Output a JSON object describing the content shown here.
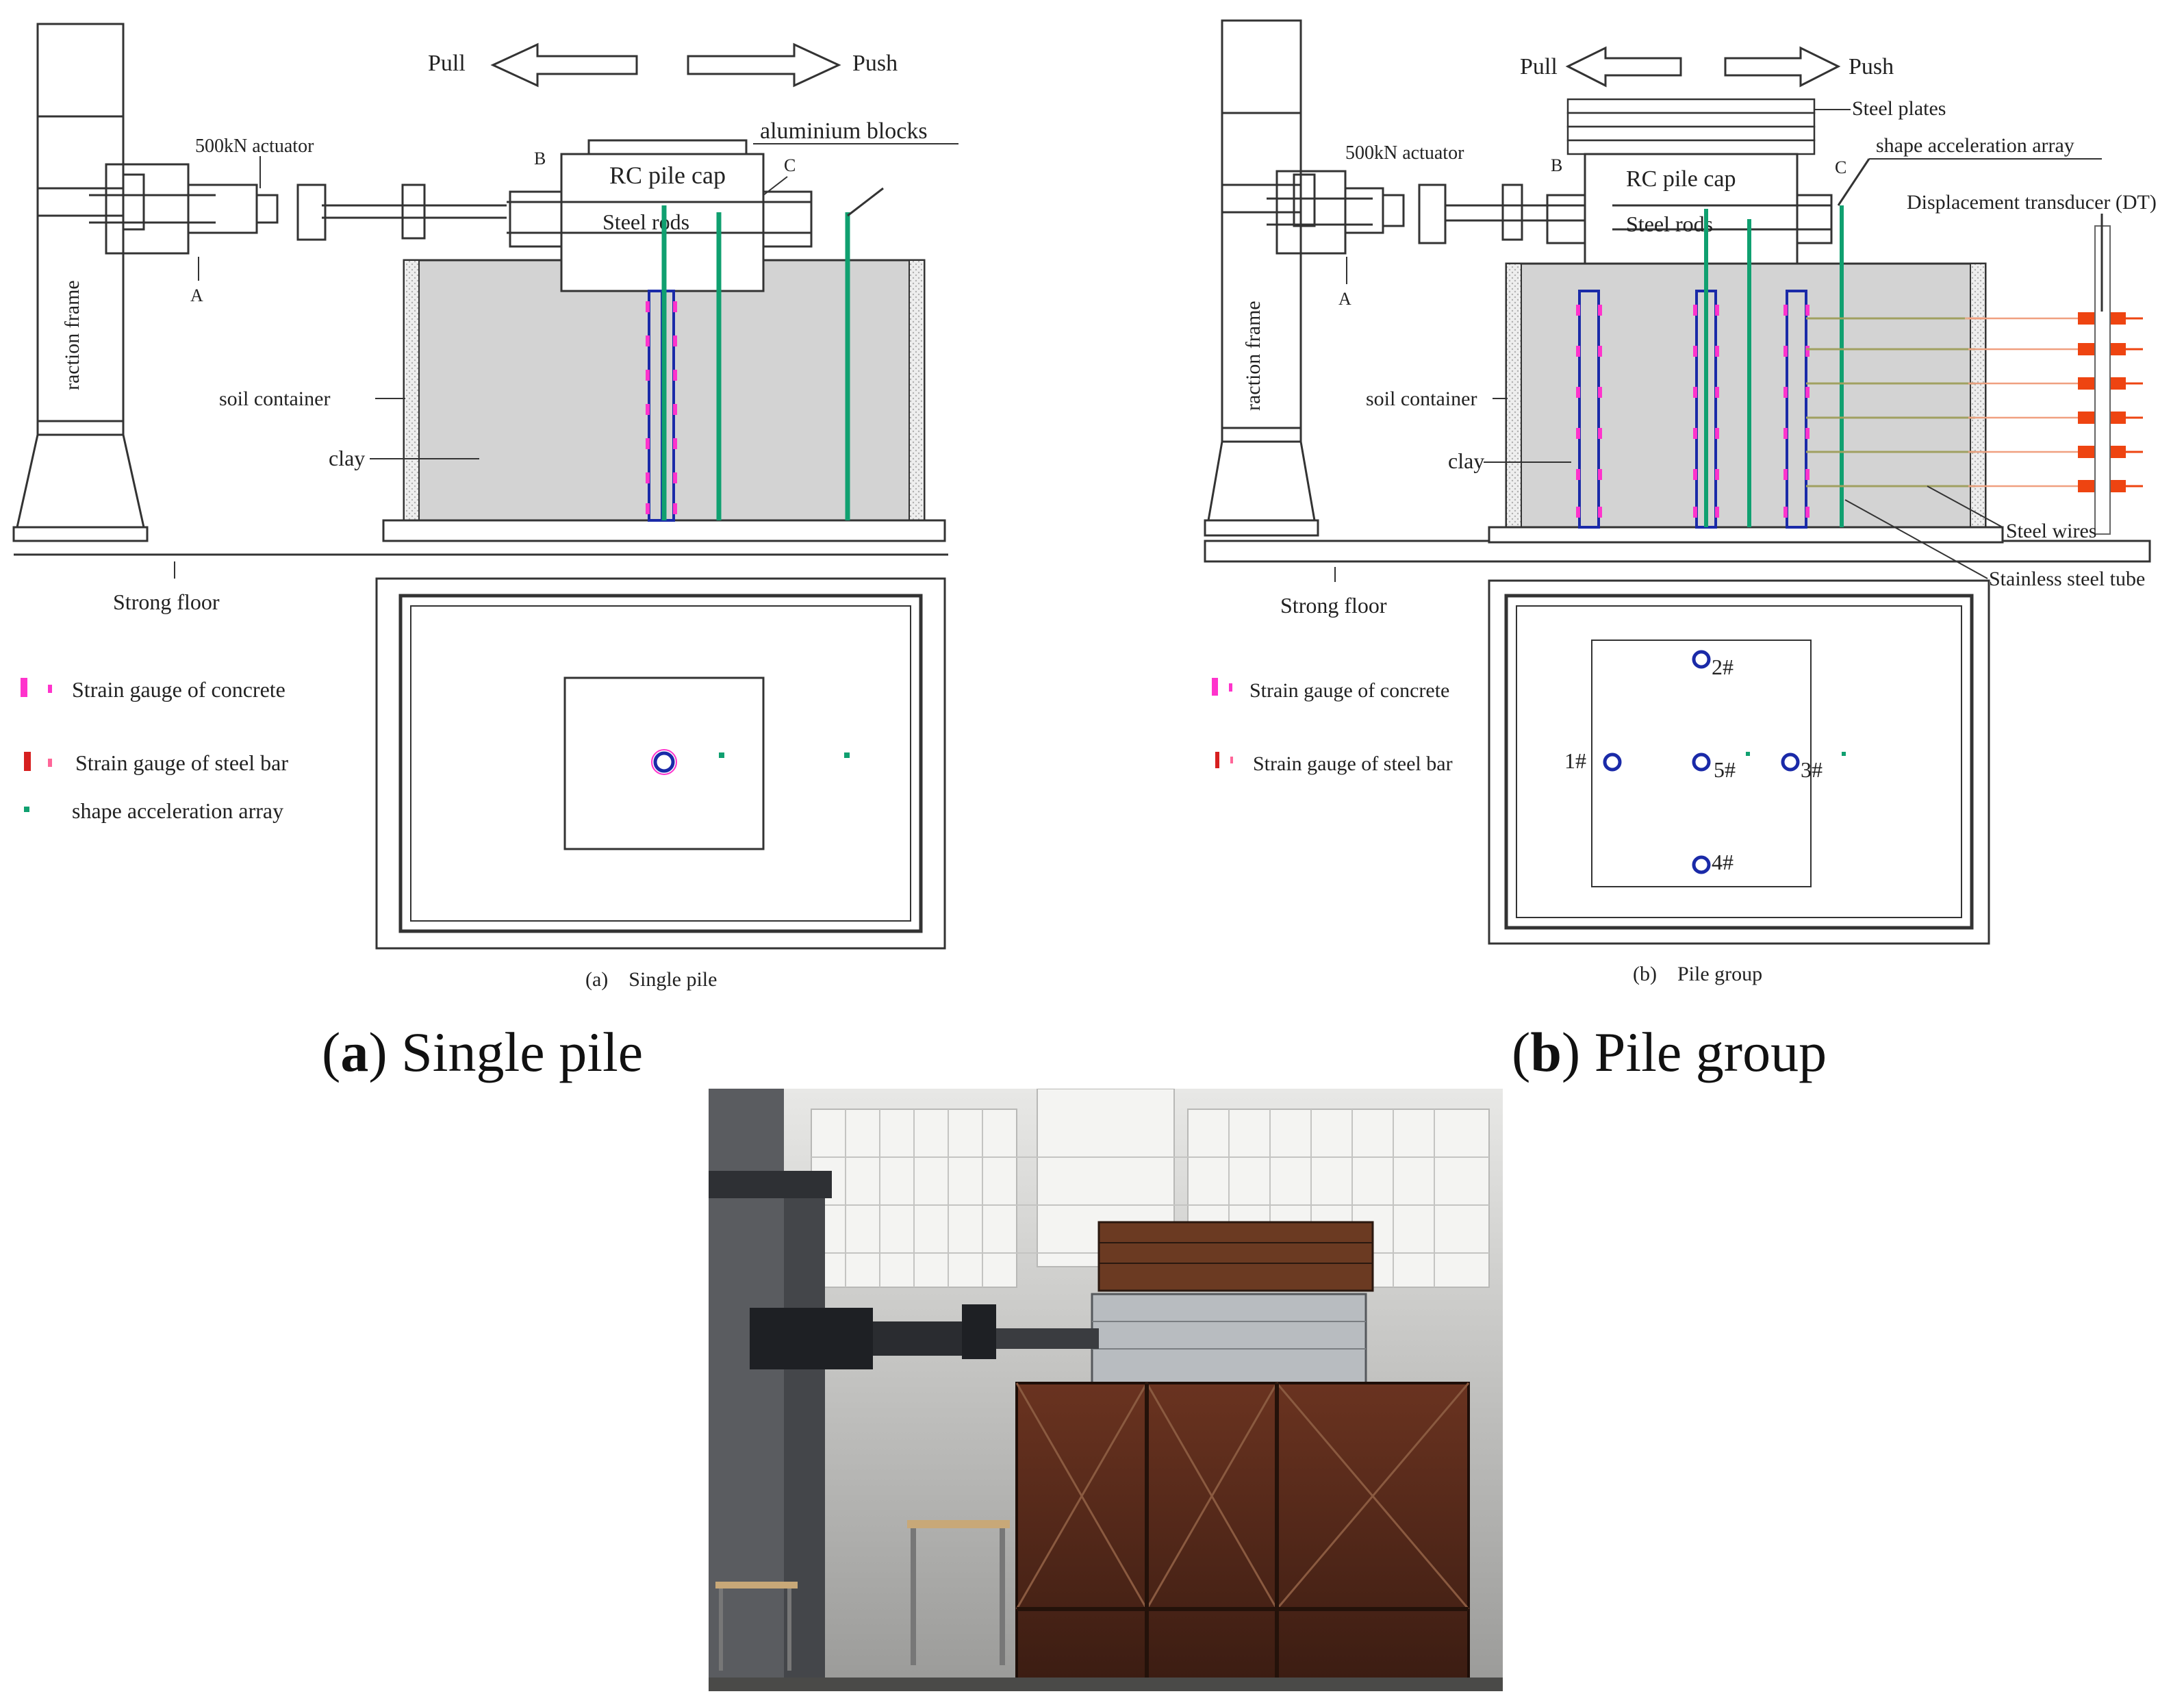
{
  "panel_a": {
    "pull": "Pull",
    "push": "Push",
    "actuator": "500kN actuator",
    "aluminium_blocks": "aluminium blocks",
    "pile_cap": "RC pile cap",
    "steel_rods": "Steel rods",
    "point_a": "A",
    "point_b": "B",
    "point_c": "C",
    "reaction_frame": "raction frame",
    "soil_container": "soil container",
    "clay": "clay",
    "strong_floor": "Strong floor",
    "legend": {
      "concrete": "Strain gauge of concrete",
      "steel_bar": "Strain gauge of steel bar",
      "saa": "shape acceleration array"
    },
    "subcaption": "(a)    Single pile"
  },
  "panel_b": {
    "pull": "Pull",
    "push": "Push",
    "steel_plates": "Steel plates",
    "saa": "shape acceleration array",
    "actuator": "500kN actuator",
    "pile_cap": "RC pile cap",
    "steel_rods": "Steel rods",
    "dt": "Displacement transducer (DT)",
    "point_a": "A",
    "point_b": "B",
    "point_c": "C",
    "reaction_frame": "raction frame",
    "soil_container": "soil container",
    "clay": "clay",
    "steel_wires": "Steel wires",
    "stainless_tube": "Stainless steel tube",
    "strong_floor": "Strong floor",
    "legend": {
      "concrete": "Strain gauge of concrete",
      "steel_bar": "Strain gauge of steel bar"
    },
    "piles": [
      "1#",
      "2#",
      "3#",
      "4#",
      "5#"
    ],
    "subcaption": "(b)    Pile group"
  },
  "captions": {
    "a_letter": "a",
    "a_text": " Single pile",
    "b_letter": "b",
    "b_text": " Pile group"
  },
  "colors": {
    "concrete_gauge": "#ff33cc",
    "steel_gauge": "#d62020",
    "saa": "#10a070",
    "pile": "#1a2aa8",
    "clay": "#d3d3d3",
    "dt": "#ee4411"
  }
}
